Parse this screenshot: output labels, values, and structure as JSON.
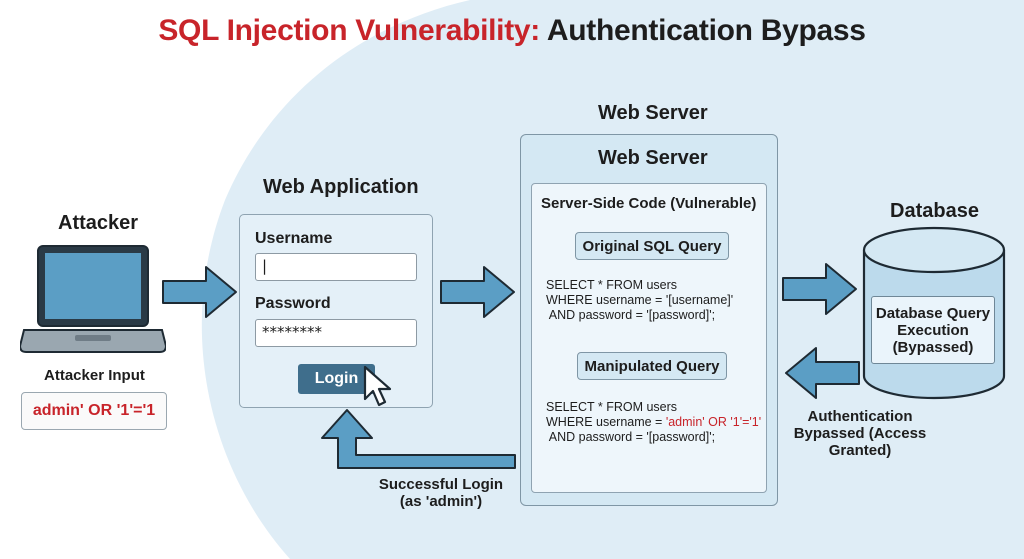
{
  "title": {
    "part1": "SQL Injection Vulnerability:",
    "part2": "Authentication Bypass"
  },
  "attacker": {
    "heading": "Attacker",
    "icon": "laptop-icon",
    "input_label": "Attacker Input",
    "input_value": "admin' OR '1'='1"
  },
  "web_app": {
    "heading": "Web Application",
    "username_label": "Username",
    "username_value": "|",
    "password_label": "Password",
    "password_value": "********",
    "login_label": "Login",
    "cursor_icon": "mouse-pointer-icon"
  },
  "web_server": {
    "outer_heading": "Web Server",
    "inner_heading": "Web Server",
    "code_heading": "Server-Side Code (Vulnerable)",
    "original_query_label": "Original SQL Query",
    "original_query_lines": [
      "SELECT * FROM users",
      "WHERE username = '[username]'",
      " AND password = '[password]';"
    ],
    "manipulated_query_label": "Manipulated Query",
    "manipulated_query": {
      "line1": "SELECT * FROM users",
      "line2_prefix": "WHERE username = ",
      "line2_injected": "'admin' OR '1'='1'",
      "line3": " AND password = '[password]';"
    }
  },
  "database": {
    "heading": "Database",
    "query_box": "Database Query Execution (Bypassed)",
    "result": "Authentication Bypassed (Access Granted)"
  },
  "success": {
    "label_line1": "Successful Login",
    "label_line2": "(as 'admin')"
  },
  "colors": {
    "accent_red": "#c8242a",
    "arrow_fill": "#5b9ec5",
    "arrow_stroke": "#1e2a33",
    "panel_fill": "#d4e8f3",
    "button_fill": "#3f6e8c"
  }
}
